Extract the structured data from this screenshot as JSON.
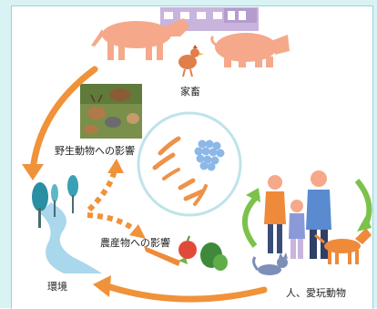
{
  "labels": {
    "livestock": "家畜",
    "wildlife_impact": "野生動物への影響",
    "crop_impact": "農産物への影響",
    "environment": "環境",
    "humans_pets": "人、愛玩動物"
  },
  "colors": {
    "background": "#d9f2f4",
    "arrow_orange": "#f0923a",
    "arrow_green": "#7cc24a",
    "animal_pink": "#f5a98a",
    "house_lavender": "#c9b4de",
    "bacteria_orange": "#ee9248",
    "bacteria_blue": "#8bb8e8"
  },
  "icons": [
    "cow-icon",
    "pig-icon",
    "chicken-icon",
    "farm-building-icon",
    "wildlife-photo-icon",
    "bacteria-circle-icon",
    "trees-river-icon",
    "vegetables-icon",
    "family-icon",
    "dog-icon",
    "cat-icon"
  ]
}
